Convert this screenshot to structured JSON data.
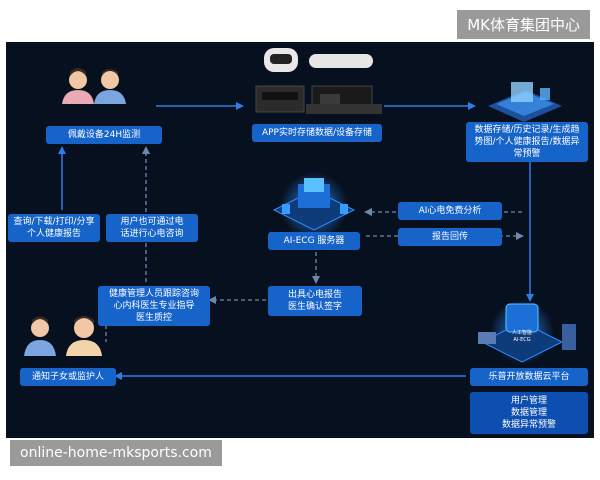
{
  "watermark_top": "MK体育集团中心",
  "watermark_bottom": "online-home-mksports.com",
  "nodes": {
    "wearable": "佩戴设备24H监测",
    "app_storage": "APP实时存储数据/设备存储",
    "data_storage": "数据存储/历史记录/生成趋\n势图/个人健康报告/数据异\n常预警",
    "query_report": "查询/下载/打印/分享\n个人健康报告",
    "phone_consult": "用户也可通过电\n话进行心电咨询",
    "ai_free": "AI心电免费分析",
    "report_return": "报告回传",
    "ai_server": "AI-ECG 服务器",
    "health_mgr": "健康管理人员跟踪咨询\n心内科医生专业指导\n医生质控",
    "ecg_report": "出具心电报告\n医生确认签字",
    "notify": "通知子女或监护人",
    "cloud": "乐普开放数据云平台",
    "cloud_funcs": "用户管理\n数据管理\n数据异常预警"
  },
  "badges": {
    "cloud_label": "人工智能\nAI-ECG"
  },
  "colors": {
    "panel_bg": "#07101f",
    "box_blue": "#1663c9",
    "arrow_blue": "#2e7ce6",
    "dashed_arrow": "#6f86ad"
  }
}
